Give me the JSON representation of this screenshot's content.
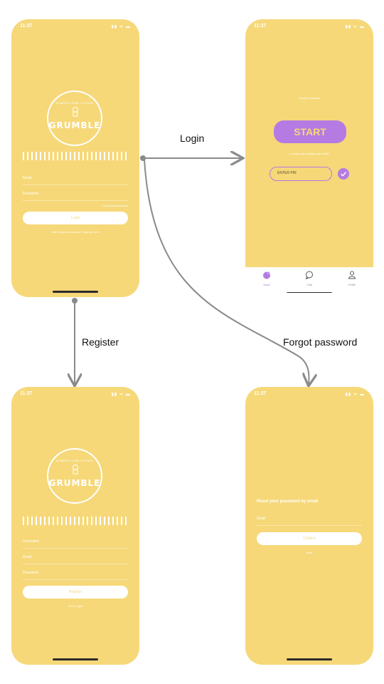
{
  "status": {
    "time": "11:37",
    "icons": "▮▮ ᯤ ▬"
  },
  "flow_labels": {
    "login": "Login",
    "register": "Register",
    "forgot": "Forgot password"
  },
  "login_screen": {
    "logo_arc": "SHARING HOME COOKED",
    "logo_word": "GRUMBLE",
    "email_placeholder": "Email",
    "password_placeholder": "Password",
    "forgot_link": "Forgot your password?",
    "login_button": "Login",
    "signup_text": "Don't have an account? Sign up here"
  },
  "home_screen": {
    "create_session": "Create a session",
    "start_button": "START",
    "enter_session_text": "or enter your session pin below",
    "pin_placeholder": "ENTER PIN",
    "tabs": [
      {
        "label": "Swipe",
        "icon": "swipe-icon",
        "active": true
      },
      {
        "label": "Chat",
        "icon": "chat-icon",
        "active": false
      },
      {
        "label": "Profile",
        "icon": "profile-icon",
        "active": false
      }
    ]
  },
  "register_screen": {
    "logo_arc": "SHARING HOME COOKED",
    "logo_word": "GRUMBLE",
    "username_placeholder": "Username",
    "email_placeholder": "Email",
    "password_placeholder": "Password",
    "register_button": "Register",
    "back_link": "Go to Login"
  },
  "reset_screen": {
    "title": "Reset your password by email",
    "email_placeholder": "Email",
    "confirm_button": "Confirm",
    "back_link": "Back"
  },
  "colors": {
    "background": "#f6d879",
    "accent": "#b57be3",
    "white": "#ffffff",
    "connector": "#8a8a8a"
  }
}
